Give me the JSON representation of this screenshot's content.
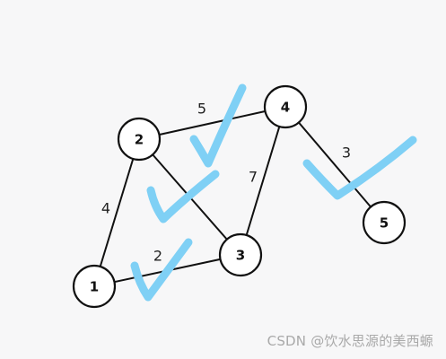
{
  "graph": {
    "nodes": [
      {
        "id": "1",
        "label": "1"
      },
      {
        "id": "2",
        "label": "2"
      },
      {
        "id": "3",
        "label": "3"
      },
      {
        "id": "4",
        "label": "4"
      },
      {
        "id": "5",
        "label": "5"
      }
    ],
    "edges": [
      {
        "from": "1",
        "to": "2",
        "weight": "4"
      },
      {
        "from": "1",
        "to": "3",
        "weight": "2"
      },
      {
        "from": "2",
        "to": "3",
        "weight": ""
      },
      {
        "from": "2",
        "to": "4",
        "weight": "5"
      },
      {
        "from": "3",
        "to": "4",
        "weight": "7"
      },
      {
        "from": "4",
        "to": "5",
        "weight": "3"
      }
    ],
    "checked_edges": [
      "1-3",
      "2-3",
      "2-4",
      "4-5"
    ]
  },
  "colors": {
    "background": "#f7f7f8",
    "check_mark": "#7fd0f5",
    "line": "#111111"
  },
  "watermark": "CSDN @饮水思源的美西螈"
}
